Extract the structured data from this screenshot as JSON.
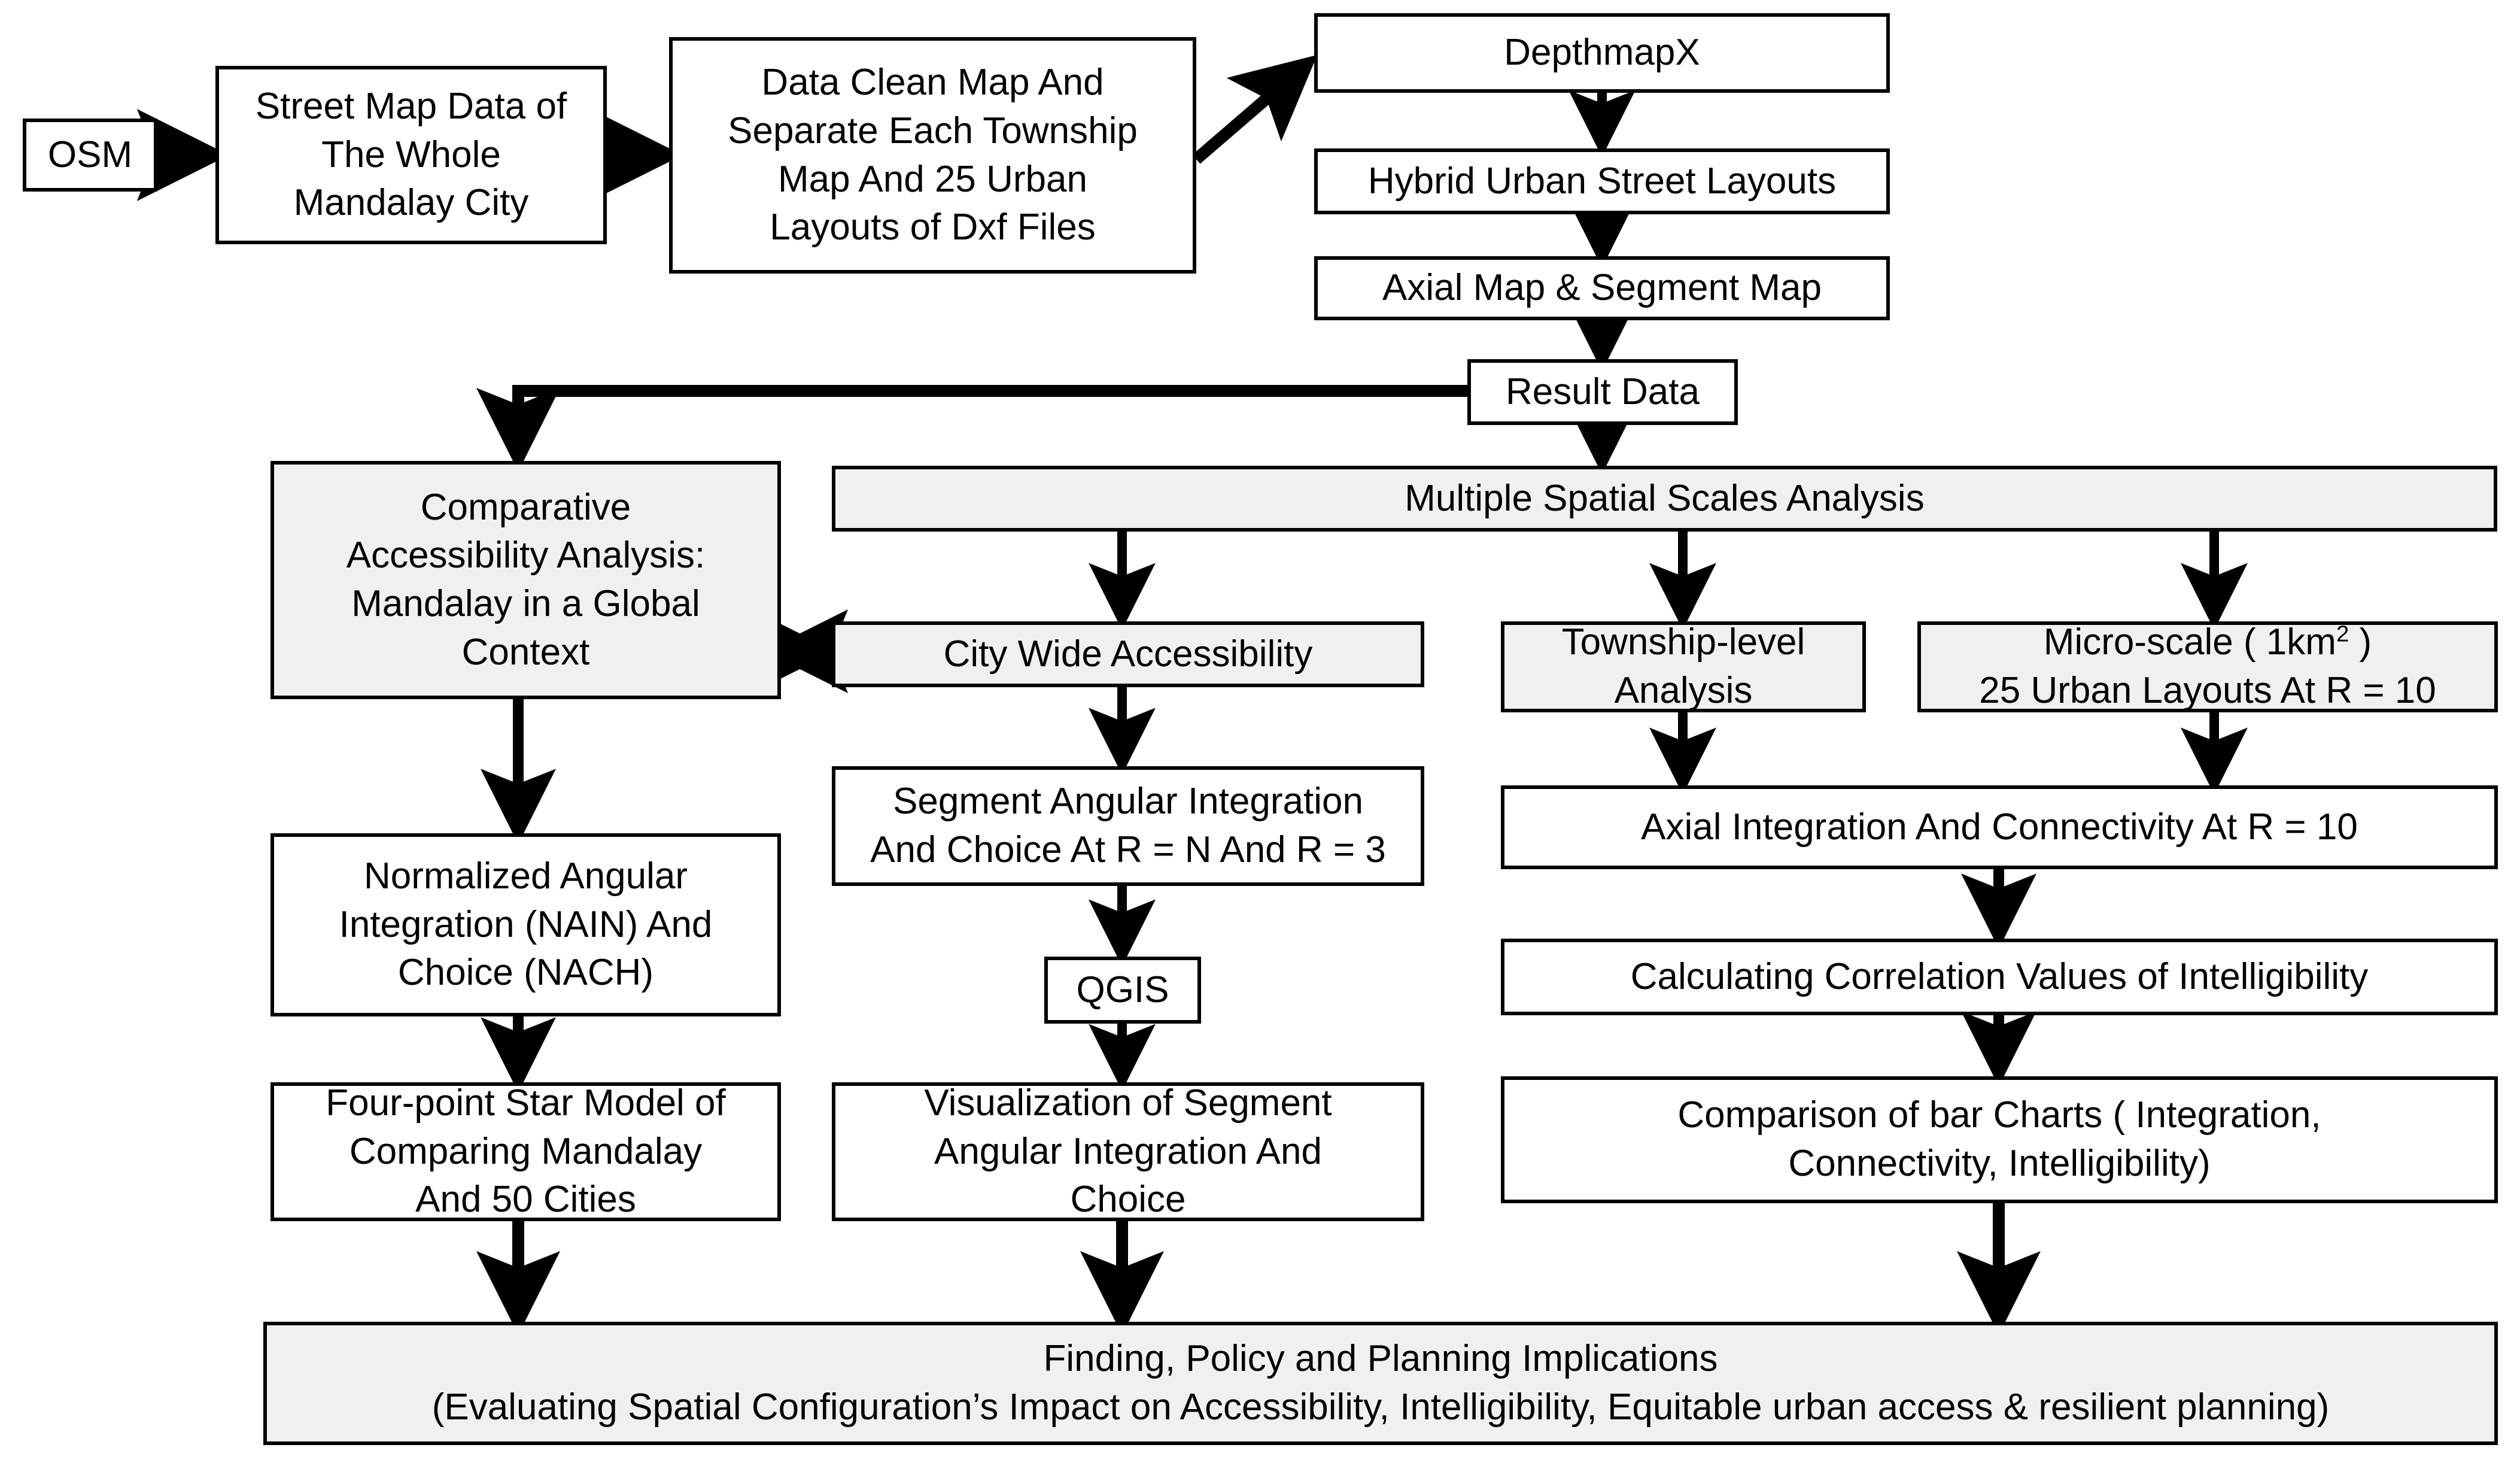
{
  "diagram": {
    "title": "Research Methodology Flowchart",
    "colors": {
      "stroke": "#000000",
      "node_fill": "#ffffff",
      "shaded_fill": "#f0f0f0",
      "text": "#000000"
    },
    "nodes": {
      "osm": "OSM",
      "street_map_data": "Street Map Data of\nThe Whole\nMandalay City",
      "data_clean": "Data Clean Map And\nSeparate Each Township\nMap And 25 Urban\nLayouts of Dxf Files",
      "depthmapx": "DepthmapX",
      "hybrid_layouts": "Hybrid Urban Street Layouts",
      "axial_segment_map": "Axial Map & Segment Map",
      "result_data": "Result Data",
      "comparative_accessibility": "Comparative\nAccessibility Analysis:\nMandalay in a Global\nContext",
      "multiple_spatial_scales": "Multiple Spatial Scales Analysis",
      "city_wide_accessibility": "City Wide Accessibility",
      "township_level": "Township-level\nAnalysis",
      "micro_scale_line1": "Micro-scale ( 1km",
      "micro_scale_sup": "2",
      "micro_scale_line1_end": " )",
      "micro_scale_line2": "25 Urban Layouts At R = 10",
      "nain_nach": "Normalized Angular\nIntegration (NAIN) And\nChoice (NACH)",
      "segment_angular": "Segment Angular Integration\nAnd Choice At R = N And R = 3",
      "axial_integration": "Axial Integration And Connectivity At R = 10",
      "qgis": "QGIS",
      "calculating_correlation": "Calculating Correlation Values of Intelligibility",
      "four_point_star": "Four-point Star Model of\nComparing Mandalay\nAnd 50 Cities",
      "visualization_segment": "Visualization of Segment\nAngular Integration And\nChoice",
      "comparison_bar_charts": "Comparison of bar Charts ( Integration,\nConnectivity, Intelligibility)",
      "finding_policy": "Finding, Policy and Planning Implications\n(Evaluating Spatial Configuration’s Impact on Accessibility, Intelligibility, Equitable urban access & resilient planning)"
    },
    "edges": [
      {
        "name": "osm-to-street-map",
        "kind": "arrow-right"
      },
      {
        "name": "street-map-to-data-clean",
        "kind": "arrow-right"
      },
      {
        "name": "data-clean-to-depthmapx",
        "kind": "arrow-diagonal"
      },
      {
        "name": "depthmapx-to-hybrid",
        "kind": "arrow-down"
      },
      {
        "name": "hybrid-to-axial-segment",
        "kind": "arrow-down"
      },
      {
        "name": "axial-segment-to-result-data",
        "kind": "arrow-down"
      },
      {
        "name": "result-data-to-comparative",
        "kind": "elbow-left-down"
      },
      {
        "name": "result-data-to-multiple-scales",
        "kind": "arrow-down"
      },
      {
        "name": "multiple-scales-to-city-wide",
        "kind": "arrow-down"
      },
      {
        "name": "multiple-scales-to-township",
        "kind": "arrow-down"
      },
      {
        "name": "multiple-scales-to-micro-scale",
        "kind": "arrow-down"
      },
      {
        "name": "comparative-to-city-wide",
        "kind": "double-arrow-horizontal"
      },
      {
        "name": "comparative-to-nain-nach",
        "kind": "arrow-down"
      },
      {
        "name": "city-wide-to-segment-angular",
        "kind": "arrow-down"
      },
      {
        "name": "township-to-axial-integration",
        "kind": "arrow-down"
      },
      {
        "name": "micro-scale-to-axial-integration",
        "kind": "arrow-down"
      },
      {
        "name": "nain-nach-to-four-point-star",
        "kind": "arrow-down"
      },
      {
        "name": "segment-angular-to-qgis",
        "kind": "arrow-down"
      },
      {
        "name": "qgis-to-visualization",
        "kind": "arrow-down"
      },
      {
        "name": "axial-integration-to-calculating",
        "kind": "arrow-down"
      },
      {
        "name": "calculating-to-comparison",
        "kind": "arrow-down"
      },
      {
        "name": "four-point-star-to-finding",
        "kind": "arrow-down"
      },
      {
        "name": "visualization-to-finding",
        "kind": "arrow-down"
      },
      {
        "name": "comparison-to-finding",
        "kind": "arrow-down"
      }
    ]
  }
}
